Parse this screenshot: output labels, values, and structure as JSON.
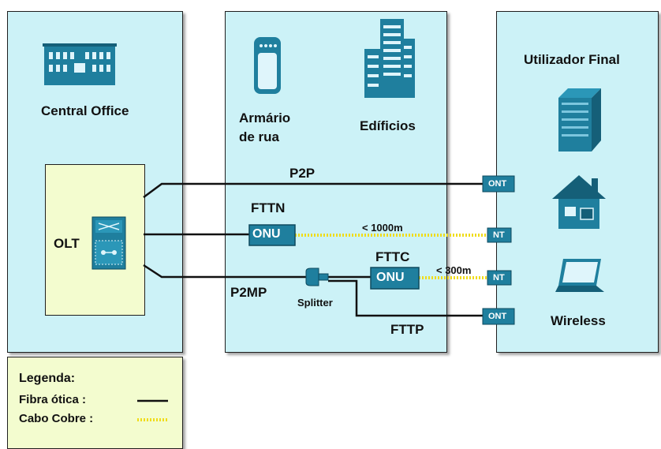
{
  "panels": {
    "central_office": {
      "title": "Central Office",
      "olt_label": "OLT"
    },
    "street": {
      "cabinet_label_line1": "Armário",
      "cabinet_label_line2": "de rua",
      "buildings_label": "Edíficios",
      "p2p_label": "P2P",
      "fttn_label": "FTTN",
      "fttc_label": "FTTC",
      "p2mp_label": "P2MP",
      "splitter_label": "Splitter",
      "fttp_label": "FTTP",
      "dist_1000": "< 1000m",
      "dist_300": "< 300m",
      "onu_1": "ONU",
      "onu_2": "ONU"
    },
    "end_user": {
      "title": "Utilizador Final",
      "wireless_label": "Wireless",
      "ont_1": "ONT",
      "nt_1": "NT",
      "nt_2": "NT",
      "ont_2": "ONT"
    }
  },
  "legend": {
    "title": "Legenda:",
    "fiber": "Fibra ótica :",
    "copper": "Cabo Cobre :"
  },
  "colors": {
    "panel_bg": "#ccf2f7",
    "legend_bg": "#f3fccf",
    "device_fill": "#1f7f9e",
    "copper": "#f0dc1a",
    "fiber": "#111111"
  },
  "icons": [
    "building-icon",
    "street-cabinet-icon",
    "skyscraper-icon",
    "office-tower-icon",
    "house-icon",
    "laptop-icon",
    "olt-switch-icon",
    "splitter-icon"
  ]
}
